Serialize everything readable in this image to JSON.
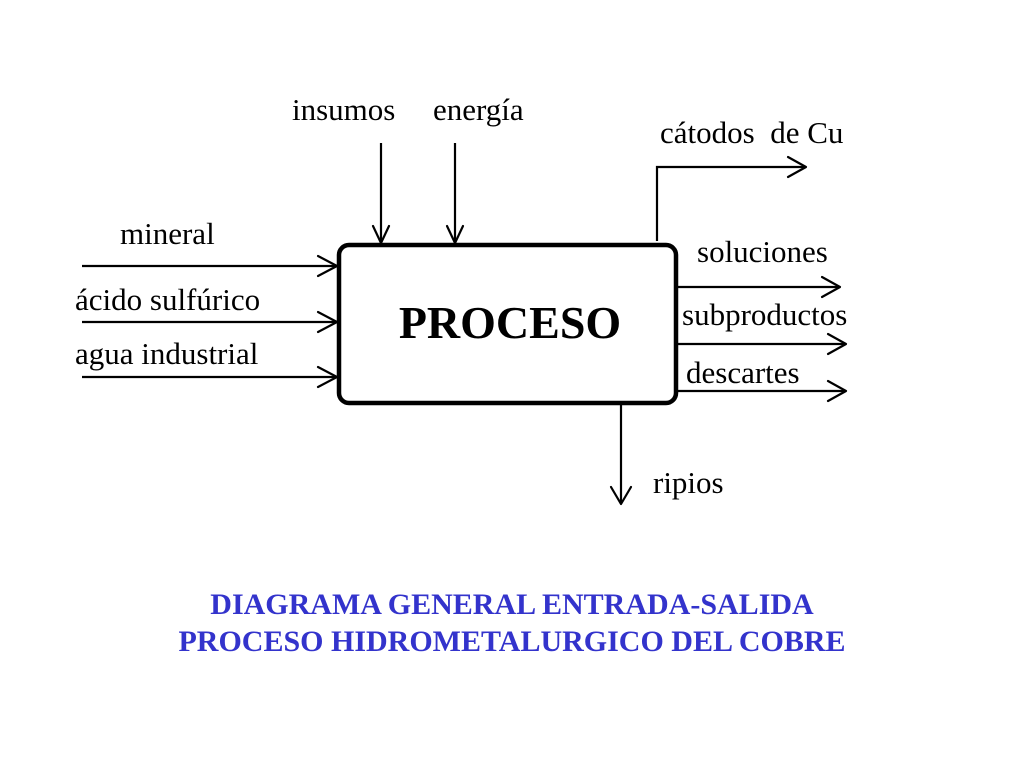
{
  "process_label": "PROCESO",
  "inputs_left": [
    "mineral",
    "ácido sulfúrico",
    "agua industrial"
  ],
  "inputs_top": [
    "insumos",
    "energía"
  ],
  "outputs_right": [
    "cátodos  de Cu",
    "soluciones",
    "subproductos",
    "descartes"
  ],
  "output_bottom": "ripios",
  "caption": {
    "line1": "DIAGRAMA GENERAL ENTRADA-SALIDA",
    "line2": "PROCESO HIDROMETALURGICO DEL COBRE"
  },
  "colors": {
    "lines": "#000000",
    "caption": "#3333cc"
  }
}
